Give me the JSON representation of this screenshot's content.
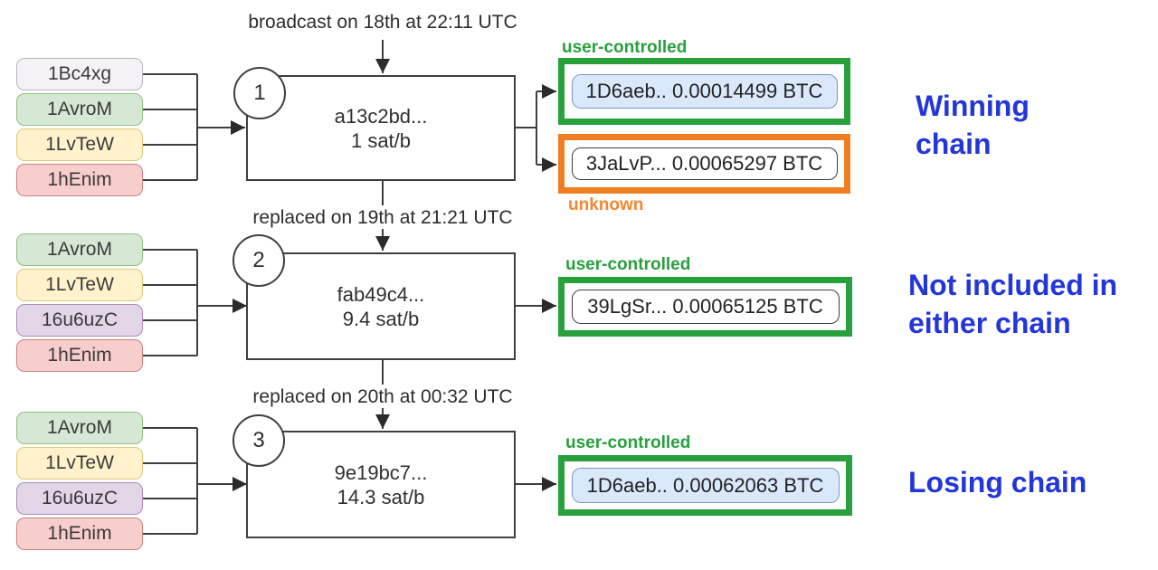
{
  "colors": {
    "user_controlled_green": "#28a03c",
    "unknown_orange": "#ef7e23",
    "chain_label_blue": "#2236d9",
    "output_pill_blue_fill": "#dae8fc",
    "input_gray": "#f5f2f7",
    "input_green": "#d5e8d4",
    "input_yellow": "#fff2cc",
    "input_red": "#f8cecc",
    "input_purple": "#e1d5e7"
  },
  "rows": [
    {
      "step": "1",
      "event": "broadcast on 18th at 22:11 UTC",
      "inputs": [
        {
          "label": "1Bc4xg"
        },
        {
          "label": "1AvroM"
        },
        {
          "label": "1LvTeW"
        },
        {
          "label": "1hEnim"
        }
      ],
      "tx": {
        "txid": "a13c2bd...",
        "feerate": "1 sat/b"
      },
      "outputs": [
        {
          "address_amount": "1D6aeb.. 0.00014499 BTC",
          "tag": "user-controlled"
        },
        {
          "address_amount": "3JaLvP... 0.00065297 BTC",
          "tag": "unknown"
        }
      ],
      "chain_label": "Winning chain"
    },
    {
      "step": "2",
      "event": "replaced on 19th at 21:21 UTC",
      "inputs": [
        {
          "label": "1AvroM"
        },
        {
          "label": "1LvTeW"
        },
        {
          "label": "16u6uzC"
        },
        {
          "label": "1hEnim"
        }
      ],
      "tx": {
        "txid": "fab49c4...",
        "feerate": "9.4 sat/b"
      },
      "outputs": [
        {
          "address_amount": "39LgSr... 0.00065125 BTC",
          "tag": "user-controlled"
        }
      ],
      "chain_label": "Not included in either chain"
    },
    {
      "step": "3",
      "event": "replaced on 20th at 00:32 UTC",
      "inputs": [
        {
          "label": "1AvroM"
        },
        {
          "label": "1LvTeW"
        },
        {
          "label": "16u6uzC"
        },
        {
          "label": "1hEnim"
        }
      ],
      "tx": {
        "txid": "9e19bc7...",
        "feerate": "14.3 sat/b"
      },
      "outputs": [
        {
          "address_amount": "1D6aeb.. 0.00062063 BTC",
          "tag": "user-controlled"
        }
      ],
      "chain_label": "Losing chain"
    }
  ]
}
